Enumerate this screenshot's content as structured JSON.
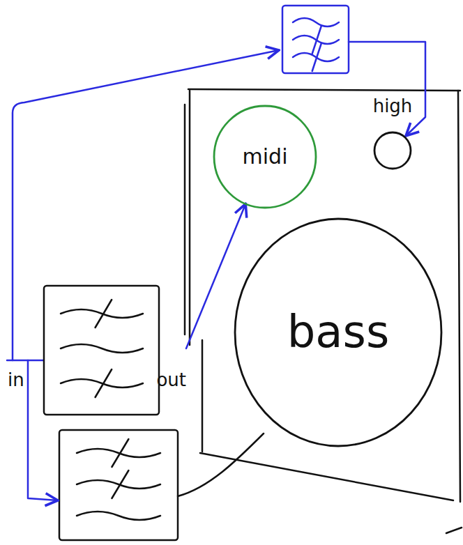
{
  "diagram": {
    "nodes": [
      {
        "text": [
          "midi"
        ]
      },
      {
        "text": [
          "high"
        ]
      },
      {
        "text": [
          "bass"
        ]
      },
      {
        "text": [
          "in",
          "out"
        ]
      }
    ],
    "edges": [
      {
        "from": 3,
        "to": 0,
        "arrow": "to"
      }
    ]
  }
}
